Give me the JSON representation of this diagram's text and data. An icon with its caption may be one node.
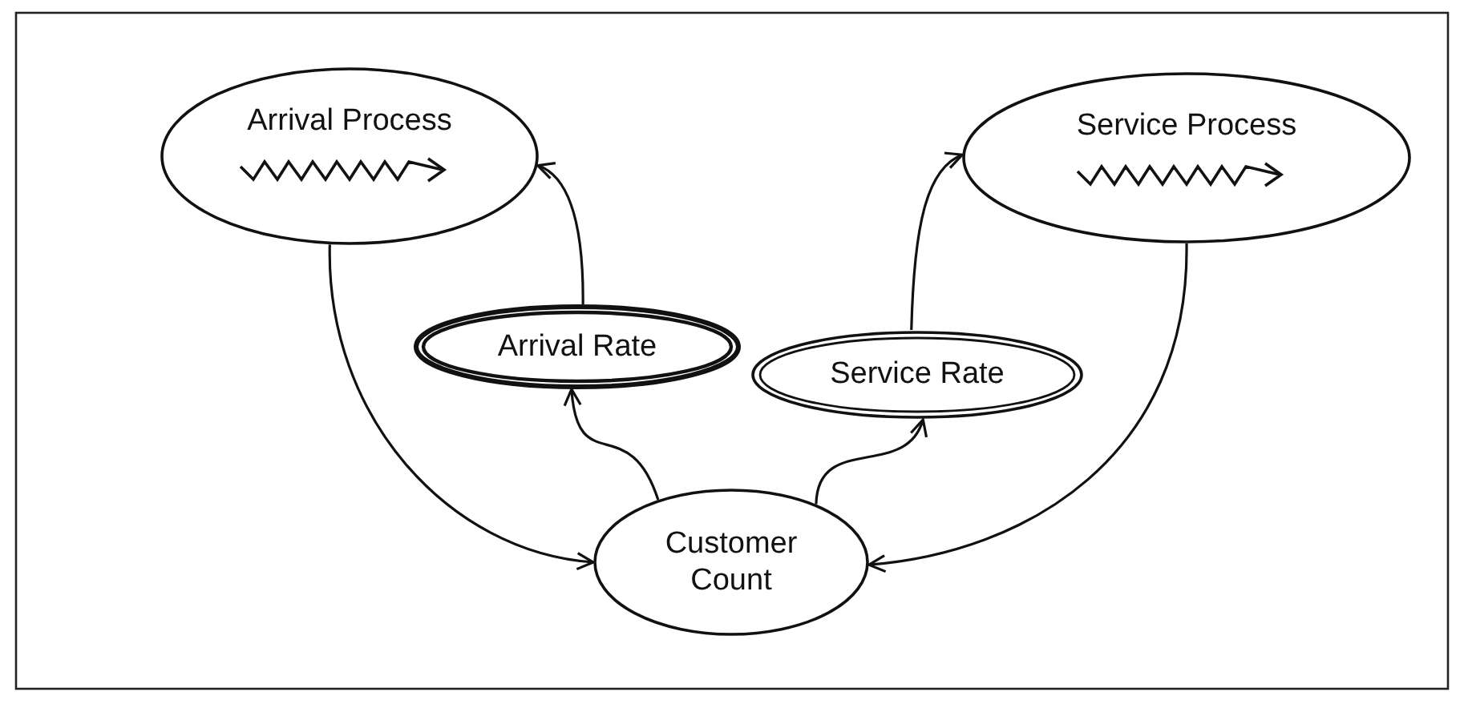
{
  "diagram": {
    "nodes": [
      {
        "text": [
          "Arrival Process"
        ]
      },
      {
        "text": [
          "Service Process"
        ]
      },
      {
        "text": [
          "Arrival Rate"
        ]
      },
      {
        "text": [
          "Service Rate"
        ]
      },
      {
        "text": [
          "Customer Count"
        ]
      }
    ],
    "edges": [
      {
        "from": 0,
        "to": 4,
        "arrow": "to"
      },
      {
        "from": 1,
        "to": 4,
        "arrow": "to"
      },
      {
        "from": 2,
        "to": 0,
        "arrow": "to"
      },
      {
        "from": 3,
        "to": 1,
        "arrow": "to"
      },
      {
        "from": 4,
        "to": 2,
        "arrow": "to"
      },
      {
        "from": 4,
        "to": 3,
        "arrow": "to"
      }
    ]
  }
}
